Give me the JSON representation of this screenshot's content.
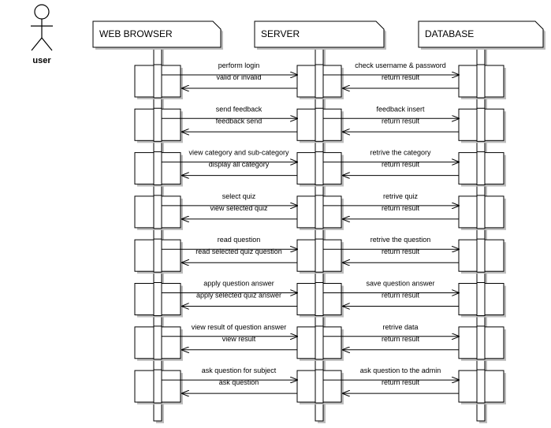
{
  "actor": {
    "label": "user",
    "icon": "stick-figure-icon"
  },
  "lifelines": [
    {
      "label": "WEB BROWSER"
    },
    {
      "label": "SERVER"
    },
    {
      "label": "DATABASE"
    }
  ],
  "interactions": [
    {
      "browser_request": "perform login",
      "browser_response": "valid or invalid",
      "db_request": "check username & password",
      "db_response": "return result"
    },
    {
      "browser_request": "send feedback",
      "browser_response": "feedback send",
      "db_request": "feedback insert",
      "db_response": "return result"
    },
    {
      "browser_request": "view category and sub-category",
      "browser_response": "display all category",
      "db_request": "retrive the category",
      "db_response": "return result"
    },
    {
      "browser_request": "select quiz",
      "browser_response": "view selected quiz",
      "db_request": "retrive quiz",
      "db_response": "return result"
    },
    {
      "browser_request": "read question",
      "browser_response": "read selected quiz question",
      "db_request": "retrive the question",
      "db_response": "return result"
    },
    {
      "browser_request": "apply question answer",
      "browser_response": "apply selected quiz answer",
      "db_request": "save question answer",
      "db_response": "return result"
    },
    {
      "browser_request": "view result of question answer",
      "browser_response": "view result",
      "db_request": "retrive data",
      "db_response": "return result"
    },
    {
      "browser_request": "ask question for subject",
      "browser_response": "ask question",
      "db_request": "ask question to the admin",
      "db_response": "return result"
    }
  ],
  "colors": {
    "line": "#000000",
    "shadow": "#bdbdbd",
    "fill": "#ffffff"
  }
}
